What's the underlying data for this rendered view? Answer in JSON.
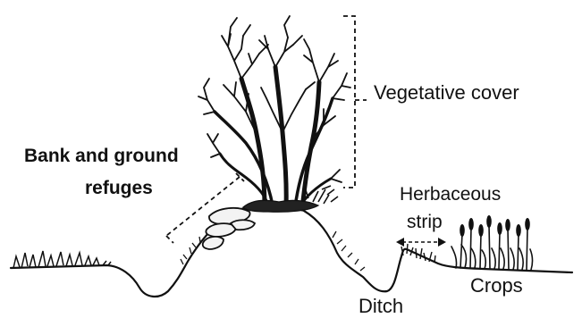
{
  "labels": {
    "vegetative_cover": "Vegetative cover",
    "bank_refuges_line1": "Bank and ground",
    "bank_refuges_line2": "refuges",
    "herbaceous_line1": "Herbaceous",
    "herbaceous_line2": "strip",
    "crops": "Crops",
    "ditch": "Ditch"
  },
  "colors": {
    "ink": "#111111",
    "background": "#ffffff"
  }
}
